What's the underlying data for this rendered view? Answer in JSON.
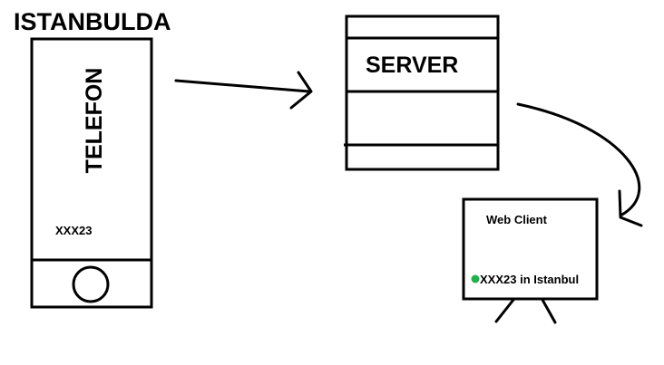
{
  "title": "ISTANBULDA",
  "phone": {
    "label": "TELEFON",
    "id_text": "XXX23"
  },
  "server": {
    "label": "SERVER"
  },
  "web_client": {
    "title": "Web Client",
    "status_text": "XXX23 in Istanbul",
    "status_color": "#22b14c"
  },
  "colors": {
    "stroke": "#000000",
    "background": "#ffffff"
  }
}
